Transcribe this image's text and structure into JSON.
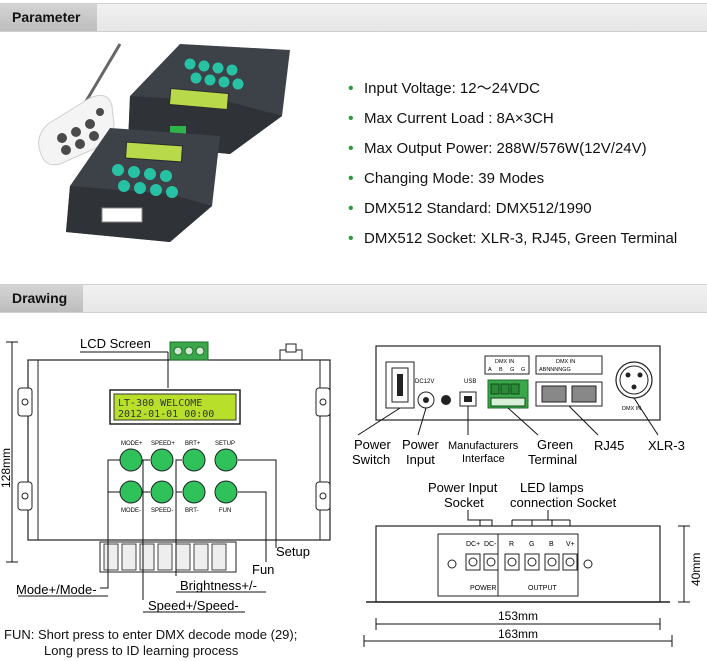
{
  "sections": {
    "parameter_title": "Parameter",
    "drawing_title": "Drawing"
  },
  "specs": [
    "Input Voltage: 12～24VDC",
    "Max Current Load : 8A×3CH",
    "Max Output Power: 288W/576W(12V/24V)",
    "Changing Mode: 39 Modes",
    "DMX512 Standard: DMX512/1990",
    "DMX512 Socket: XLR-3, RJ45, Green Terminal"
  ],
  "front": {
    "lcd_label": "LCD Screen",
    "lcd_line1": "LT-300    WELCOME",
    "lcd_line2": "2012-01-01    00:00",
    "height_dim": "128mm",
    "btn_labels": [
      "MODE+",
      "SPEED+",
      "BRT+",
      "SETUP",
      "MODE-",
      "SPEED-",
      "BRT-",
      "FUN"
    ],
    "callouts": {
      "setup": "Setup",
      "fun": "Fun",
      "brightness": "Brightness+/-",
      "mode": "Mode+/Mode-",
      "speed": "Speed+/Speed-"
    },
    "note_line1": "FUN: Short press to enter DMX decode mode (29);",
    "note_line2": "Long press to ID learning process"
  },
  "rear": {
    "dc_label": "DC12V",
    "usb_label": "USB",
    "dmx_in": "DMX IN",
    "abgg": [
      "A",
      "B",
      "G",
      "G"
    ],
    "rj_pins": "ABNNNNGG",
    "xlr_dmx_in": "DMX IN",
    "callouts": {
      "power_switch_1": "Power",
      "power_switch_2": "Switch",
      "power_input_1": "Power",
      "power_input_2": "Input",
      "manufacturers_1": "Manufacturers",
      "manufacturers_2": "Interface",
      "green_terminal_1": "Green",
      "green_terminal_2": "Terminal",
      "rj45": "RJ45",
      "xlr3": "XLR-3"
    }
  },
  "side": {
    "power_input_socket_1": "Power Input",
    "power_input_socket_2": "Socket",
    "led_lamps_1": "LED lamps",
    "led_lamps_2": "connection Socket",
    "terminals": [
      "DC+",
      "DC-",
      "R",
      "G",
      "B",
      "V+"
    ],
    "power_label": "POWER",
    "output_label": "OUTPUT",
    "height_dim": "40mm",
    "width_inner": "153mm",
    "width_outer": "163mm"
  }
}
